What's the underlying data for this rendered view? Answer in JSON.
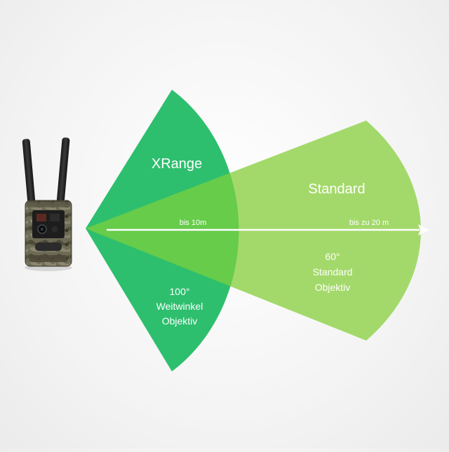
{
  "title_xrange": "XRange",
  "title_standard": "Standard",
  "label_xrange_distance": "bis 10m",
  "label_standard_distance": "bis zu 20 m",
  "xrange_lens": [
    "100°",
    "Weitwinkel",
    "Objektiv"
  ],
  "standard_lens": [
    "60°",
    "Standard",
    "Objektiv"
  ],
  "colors": {
    "xrange": "#2dbf6e",
    "standard": "#a3d96a",
    "overlap": "#66cc4a",
    "arrow": "#ffffff"
  },
  "icons": {
    "camera": "trail-camera-icon"
  }
}
